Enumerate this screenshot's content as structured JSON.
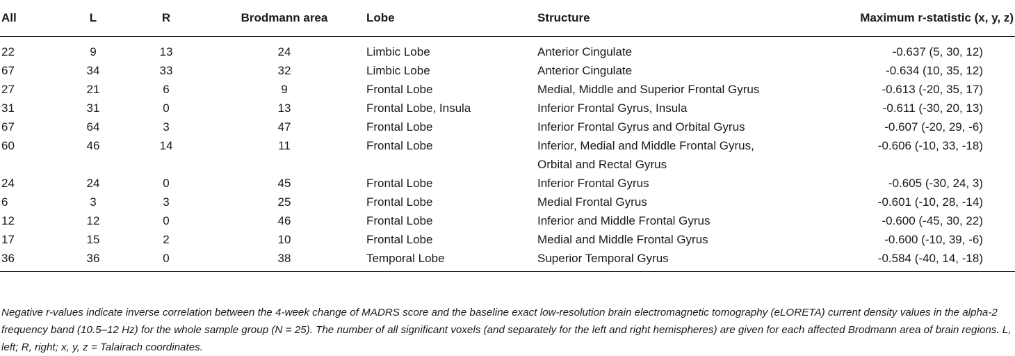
{
  "table": {
    "headers": {
      "all": "All",
      "l": "L",
      "r": "R",
      "brodmann": "Brodmann area",
      "lobe": "Lobe",
      "structure": "Structure",
      "max": "Maximum r-statistic (x, y, z)"
    },
    "rows": [
      {
        "all": "22",
        "l": "9",
        "r": "13",
        "ba": "24",
        "lobe": "Limbic Lobe",
        "structure": "Anterior Cingulate",
        "max": "-0.637 (5, 30, 12)"
      },
      {
        "all": "67",
        "l": "34",
        "r": "33",
        "ba": "32",
        "lobe": "Limbic Lobe",
        "structure": "Anterior Cingulate",
        "max": "-0.634 (10, 35, 12)"
      },
      {
        "all": "27",
        "l": "21",
        "r": "6",
        "ba": "9",
        "lobe": "Frontal Lobe",
        "structure": "Medial, Middle and Superior Frontal Gyrus",
        "max": "-0.613 (-20, 35, 17)"
      },
      {
        "all": "31",
        "l": "31",
        "r": "0",
        "ba": "13",
        "lobe": "Frontal Lobe, Insula",
        "structure": "Inferior Frontal Gyrus, Insula",
        "max": "-0.611 (-30, 20, 13)"
      },
      {
        "all": "67",
        "l": "64",
        "r": "3",
        "ba": "47",
        "lobe": "Frontal Lobe",
        "structure": "Inferior Frontal Gyrus and Orbital Gyrus",
        "max": "-0.607 (-20, 29, -6)"
      },
      {
        "all": "60",
        "l": "46",
        "r": "14",
        "ba": "11",
        "lobe": "Frontal Lobe",
        "structure": "Inferior, Medial and Middle Frontal Gyrus, Orbital and Rectal Gyrus",
        "max": "-0.606 (-10, 33, -18)"
      },
      {
        "all": "24",
        "l": "24",
        "r": "0",
        "ba": "45",
        "lobe": "Frontal Lobe",
        "structure": "Inferior Frontal Gyrus",
        "max": "-0.605 (-30, 24, 3)"
      },
      {
        "all": "6",
        "l": "3",
        "r": "3",
        "ba": "25",
        "lobe": "Frontal Lobe",
        "structure": "Medial Frontal Gyrus",
        "max": "-0.601 (-10, 28, -14)"
      },
      {
        "all": "12",
        "l": "12",
        "r": "0",
        "ba": "46",
        "lobe": "Frontal Lobe",
        "structure": "Inferior and Middle Frontal Gyrus",
        "max": "-0.600 (-45, 30, 22)"
      },
      {
        "all": "17",
        "l": "15",
        "r": "2",
        "ba": "10",
        "lobe": "Frontal Lobe",
        "structure": "Medial and Middle Frontal Gyrus",
        "max": "-0.600 (-10, 39, -6)"
      },
      {
        "all": "36",
        "l": "36",
        "r": "0",
        "ba": "38",
        "lobe": "Temporal Lobe",
        "structure": "Superior Temporal Gyrus",
        "max": "-0.584 (-40, 14, -18)"
      }
    ]
  },
  "footnote": "Negative r-values indicate inverse correlation between the 4-week change of MADRS score and the baseline exact low-resolution brain electromagnetic tomography (eLORETA) current density values in the alpha-2 frequency band (10.5–12 Hz) for the whole sample group (N = 25). The number of all significant voxels (and separately for the left and right hemispheres) are given for each affected Brodmann area of brain regions. L, left; R, right; x, y, z = Talairach coordinates."
}
